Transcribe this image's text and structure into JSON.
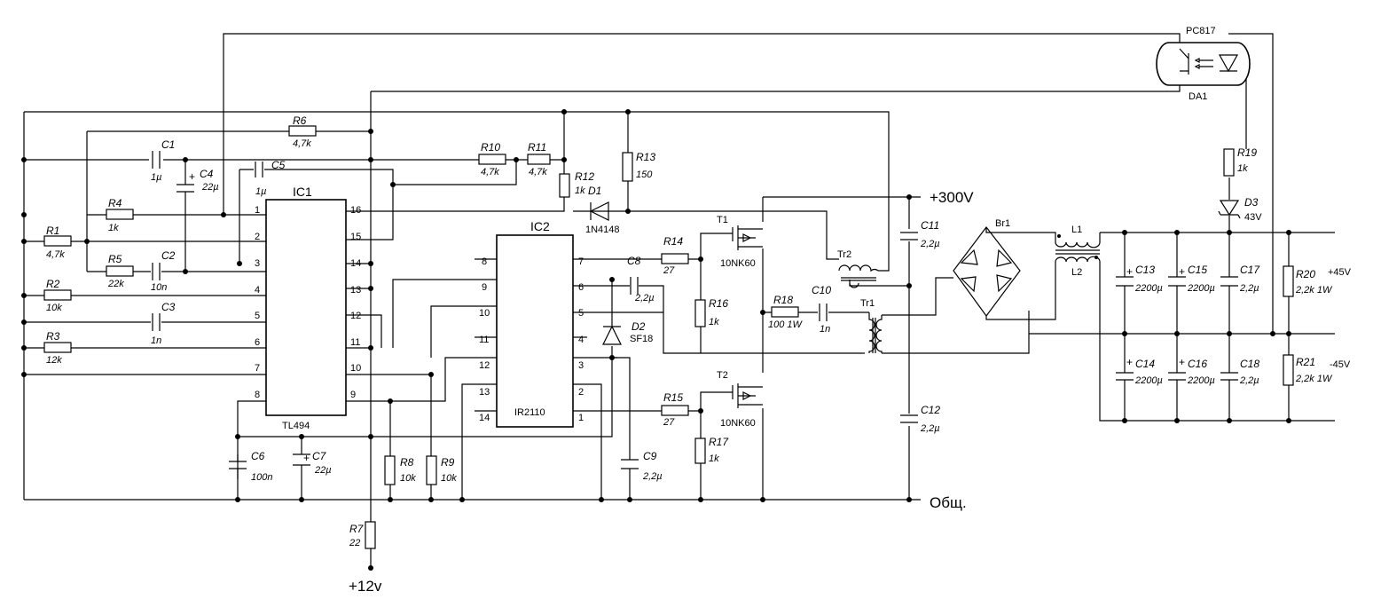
{
  "rails": {
    "hv": "+300V",
    "common": "Общ.",
    "supply": "+12v"
  },
  "ic1": {
    "ref": "IC1",
    "part": "TL494",
    "left_pins": [
      "1",
      "2",
      "3",
      "4",
      "5",
      "6",
      "7",
      "8"
    ],
    "right_pins": [
      "16",
      "15",
      "14",
      "13",
      "12",
      "11",
      "10",
      "9"
    ]
  },
  "ic2": {
    "ref": "IC2",
    "part": "IR2110",
    "left_pins": [
      "8",
      "9",
      "10",
      "11",
      "12",
      "13",
      "14"
    ],
    "right_pins": [
      "7",
      "6",
      "5",
      "4",
      "3",
      "2",
      "1"
    ]
  },
  "optocoupler": {
    "part": "PC817",
    "ref": "DA1"
  },
  "resistors": {
    "R1": {
      "ref": "R1",
      "val": "4,7k"
    },
    "R2": {
      "ref": "R2",
      "val": "10k"
    },
    "R3": {
      "ref": "R3",
      "val": "12k"
    },
    "R4": {
      "ref": "R4",
      "val": "1k"
    },
    "R5": {
      "ref": "R5",
      "val": "22k"
    },
    "R6": {
      "ref": "R6",
      "val": "4,7k"
    },
    "R7": {
      "ref": "R7",
      "val": "22"
    },
    "R8": {
      "ref": "R8",
      "val": "10k"
    },
    "R9": {
      "ref": "R9",
      "val": "10k"
    },
    "R10": {
      "ref": "R10",
      "val": "4,7k"
    },
    "R11": {
      "ref": "R11",
      "val": "4,7k"
    },
    "R12": {
      "ref": "R12",
      "val": "1k"
    },
    "R13": {
      "ref": "R13",
      "val": "150"
    },
    "R14": {
      "ref": "R14",
      "val": "27"
    },
    "R15": {
      "ref": "R15",
      "val": "27"
    },
    "R16": {
      "ref": "R16",
      "val": "1k"
    },
    "R17": {
      "ref": "R17",
      "val": "1k"
    },
    "R18": {
      "ref": "R18",
      "val": "100 1W"
    },
    "R19": {
      "ref": "R19",
      "val": "1k"
    },
    "R20": {
      "ref": "R20",
      "val": "2,2k 1W"
    },
    "R21": {
      "ref": "R21",
      "val": "2,2k 1W"
    }
  },
  "capacitors": {
    "C1": {
      "ref": "C1",
      "val": "1µ"
    },
    "C2": {
      "ref": "C2",
      "val": "10n"
    },
    "C3": {
      "ref": "C3",
      "val": "1n"
    },
    "C4": {
      "ref": "C4",
      "val": "22µ"
    },
    "C5": {
      "ref": "C5",
      "val": "1µ"
    },
    "C6": {
      "ref": "C6",
      "val": "100n"
    },
    "C7": {
      "ref": "C7",
      "val": "22µ"
    },
    "C8": {
      "ref": "C8",
      "val": "2,2µ"
    },
    "C9": {
      "ref": "C9",
      "val": "2,2µ"
    },
    "C10": {
      "ref": "C10",
      "val": "1n"
    },
    "C11": {
      "ref": "C11",
      "val": "2,2µ"
    },
    "C12": {
      "ref": "C12",
      "val": "2,2µ"
    },
    "C13": {
      "ref": "C13",
      "val": "2200µ"
    },
    "C14": {
      "ref": "C14",
      "val": "2200µ"
    },
    "C15": {
      "ref": "C15",
      "val": "2200µ"
    },
    "C16": {
      "ref": "C16",
      "val": "2200µ"
    },
    "C17": {
      "ref": "C17",
      "val": "2,2µ"
    },
    "C18": {
      "ref": "C18",
      "val": "2,2µ"
    }
  },
  "semis": {
    "D1": {
      "ref": "D1",
      "val": "1N4148"
    },
    "D2": {
      "ref": "D2",
      "val": "SF18"
    },
    "D3": {
      "ref": "D3",
      "val": "43V"
    },
    "T1": {
      "ref": "T1",
      "val": "10NK60"
    },
    "T2": {
      "ref": "T2",
      "val": "10NK60"
    },
    "Br1": {
      "ref": "Br1"
    }
  },
  "magnetics": {
    "Tr1": "Tr1",
    "Tr2": "Tr2",
    "L1": "L1",
    "L2": "L2"
  },
  "outputs": {
    "pos": "+45V",
    "neg": "-45V"
  }
}
